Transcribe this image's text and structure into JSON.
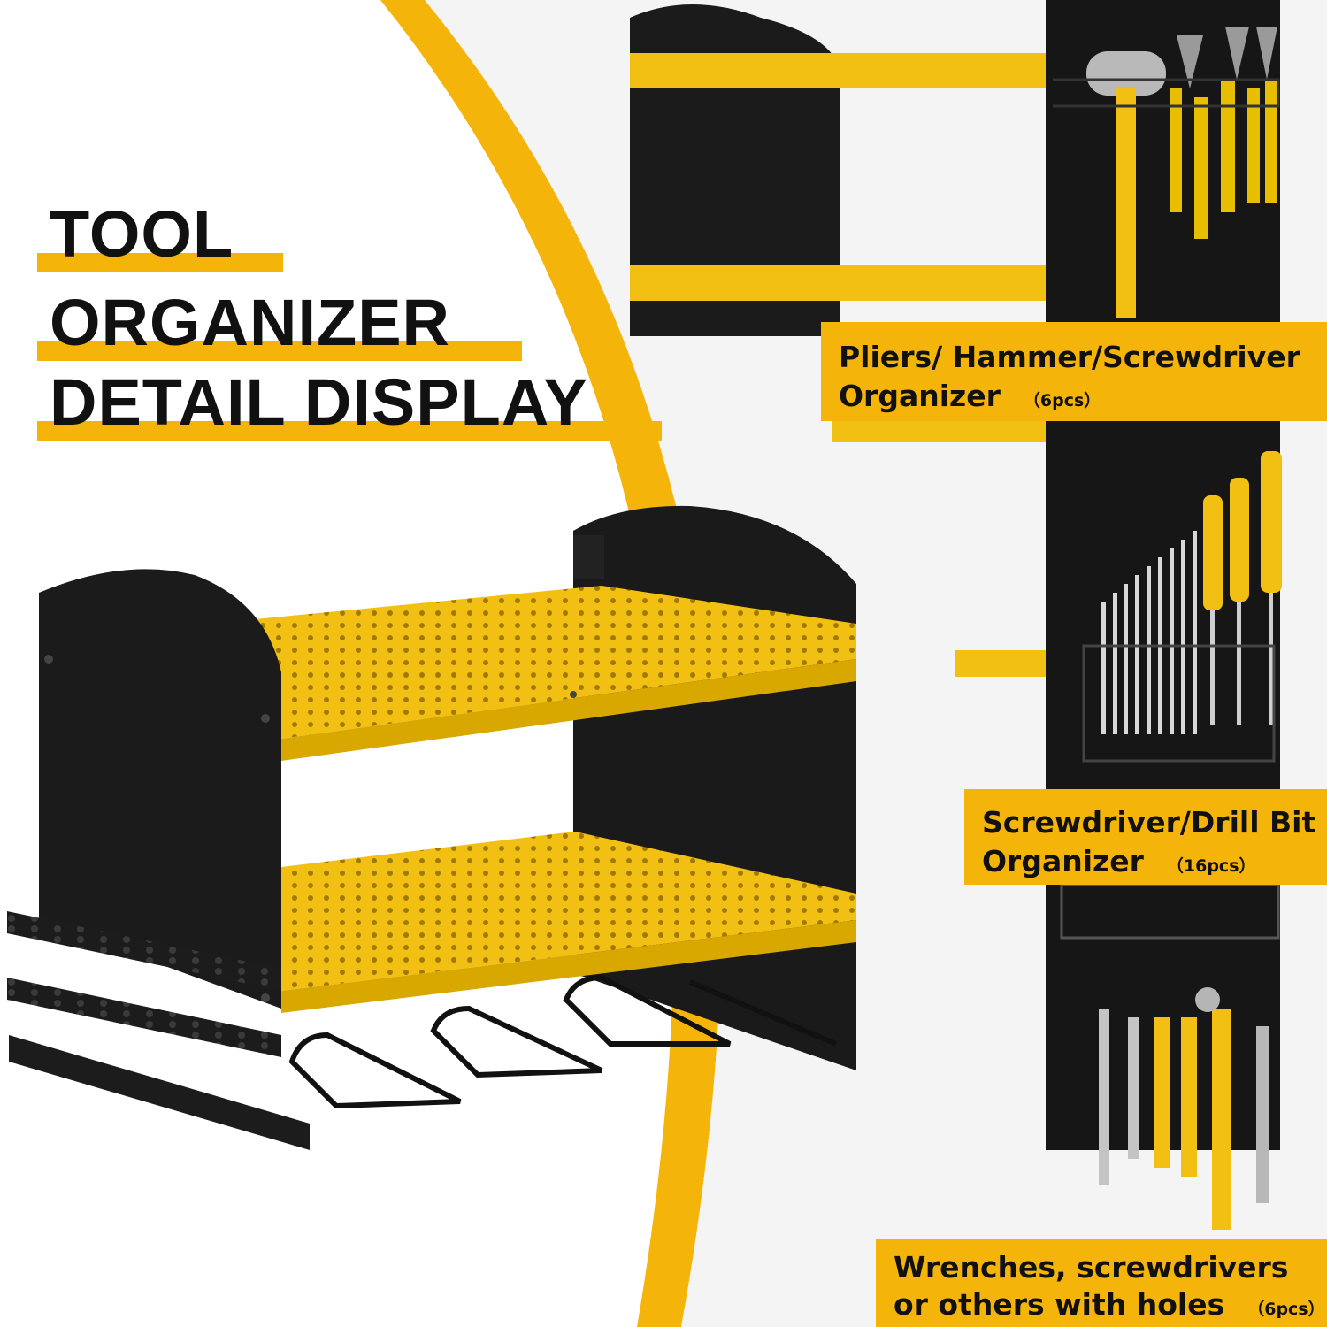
{
  "headline": {
    "line1": "TOOL",
    "line2": "ORGANIZER",
    "line3": "DETAIL DISPLAY"
  },
  "labels": [
    {
      "line1": "Pliers/ Hammer/Screwdriver",
      "line2": "Organizer",
      "qty": "（6pcs）"
    },
    {
      "line1": "Screwdriver/Drill Bit",
      "line2": "Organizer",
      "qty": "（16pcs）"
    },
    {
      "line1": "Wrenches, screwdrivers",
      "line2": "or others with holes",
      "qty": "（6pcs）"
    }
  ],
  "colors": {
    "accent_yellow": "#f5b40a",
    "shelf_yellow": "#f2c013",
    "panel_black": "#1a1a1a",
    "text_black": "#111111",
    "background": "#ffffff"
  }
}
